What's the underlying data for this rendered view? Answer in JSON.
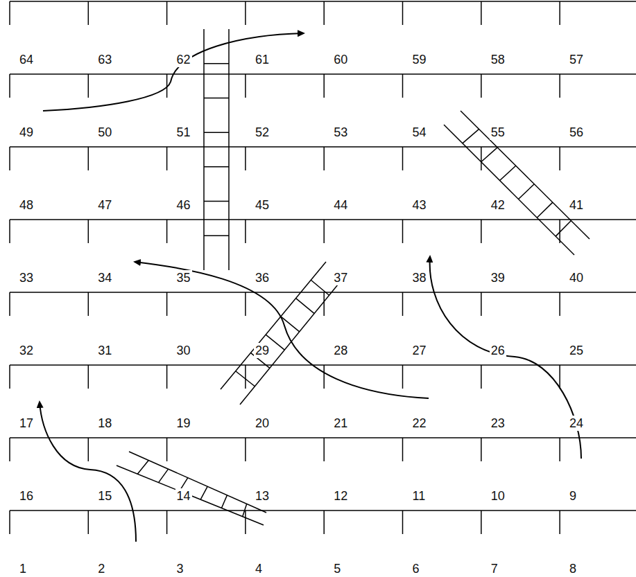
{
  "diagram": {
    "labels": [
      "64",
      "63",
      "62",
      "61",
      "60",
      "59",
      "58",
      "57",
      "49",
      "50",
      "51",
      "52",
      "53",
      "54",
      "55",
      "56",
      "48",
      "47",
      "46",
      "45",
      "44",
      "43",
      "42",
      "41",
      "33",
      "34",
      "35",
      "36",
      "37",
      "38",
      "39",
      "40",
      "32",
      "31",
      "30",
      "29",
      "28",
      "27",
      "26",
      "25",
      "17",
      "18",
      "19",
      "20",
      "21",
      "22",
      "23",
      "24",
      "16",
      "15",
      "14",
      "13",
      "12",
      "11",
      "10",
      "9",
      "1",
      "2",
      "3",
      "4",
      "5",
      "6",
      "7",
      "8"
    ]
  }
}
